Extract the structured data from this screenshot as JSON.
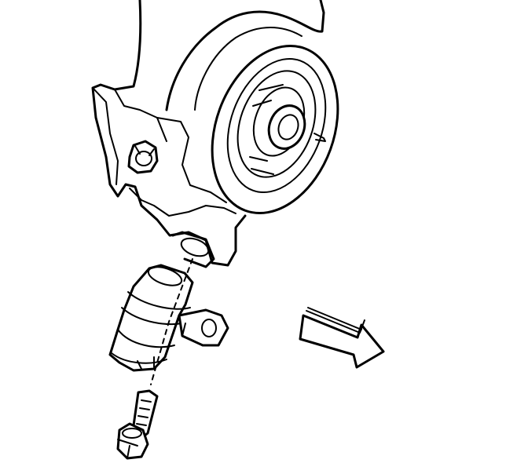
{
  "figure": {
    "line_color": "#000000",
    "background_color": "#ffffff",
    "parts": [
      "engine-block",
      "crankshaft-pulley-hub",
      "crankshaft-position-sensor",
      "sensor-mounting-bolt",
      "front-of-vehicle-arrow"
    ]
  }
}
